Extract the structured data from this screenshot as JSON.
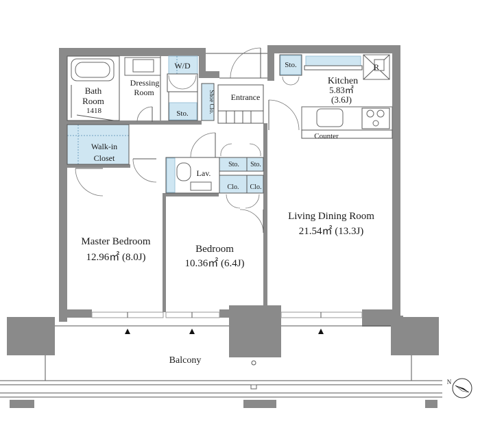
{
  "rooms": {
    "bath": {
      "line1": "Bath",
      "line2": "Room",
      "line3": "1418"
    },
    "dressing": {
      "line1": "Dressing",
      "line2": "Room"
    },
    "wd": "W/D",
    "sto_dressing": "Sto.",
    "shoe": "Shoe Clo.",
    "entrance": "Entrance",
    "kitchen": {
      "name": "Kitchen",
      "area": "5.83㎡",
      "jo": "(3.6J)"
    },
    "sto_kitchen": "Sto.",
    "fridge": "R",
    "counter": "Counter",
    "walkin": {
      "line1": "Walk-in",
      "line2": "Closet"
    },
    "lav": "Lav.",
    "sto_left": "Sto.",
    "sto_right": "Sto.",
    "clo_left": "Clo.",
    "clo_right": "Clo.",
    "master": {
      "name": "Master Bedroom",
      "area": "12.96㎡ (8.0J)"
    },
    "bedroom": {
      "name": "Bedroom",
      "area": "10.36㎡ (6.4J)"
    },
    "living": {
      "name": "Living Dining Room",
      "area": "21.54㎡ (13.3J)"
    },
    "balcony": "Balcony"
  },
  "icons": {
    "north": "north-arrow-icon",
    "window_marker": "triangle-up-icon"
  },
  "colors": {
    "wall": "#8a8a8a",
    "closet_fill": "#cfe6f2",
    "line": "#555555"
  }
}
